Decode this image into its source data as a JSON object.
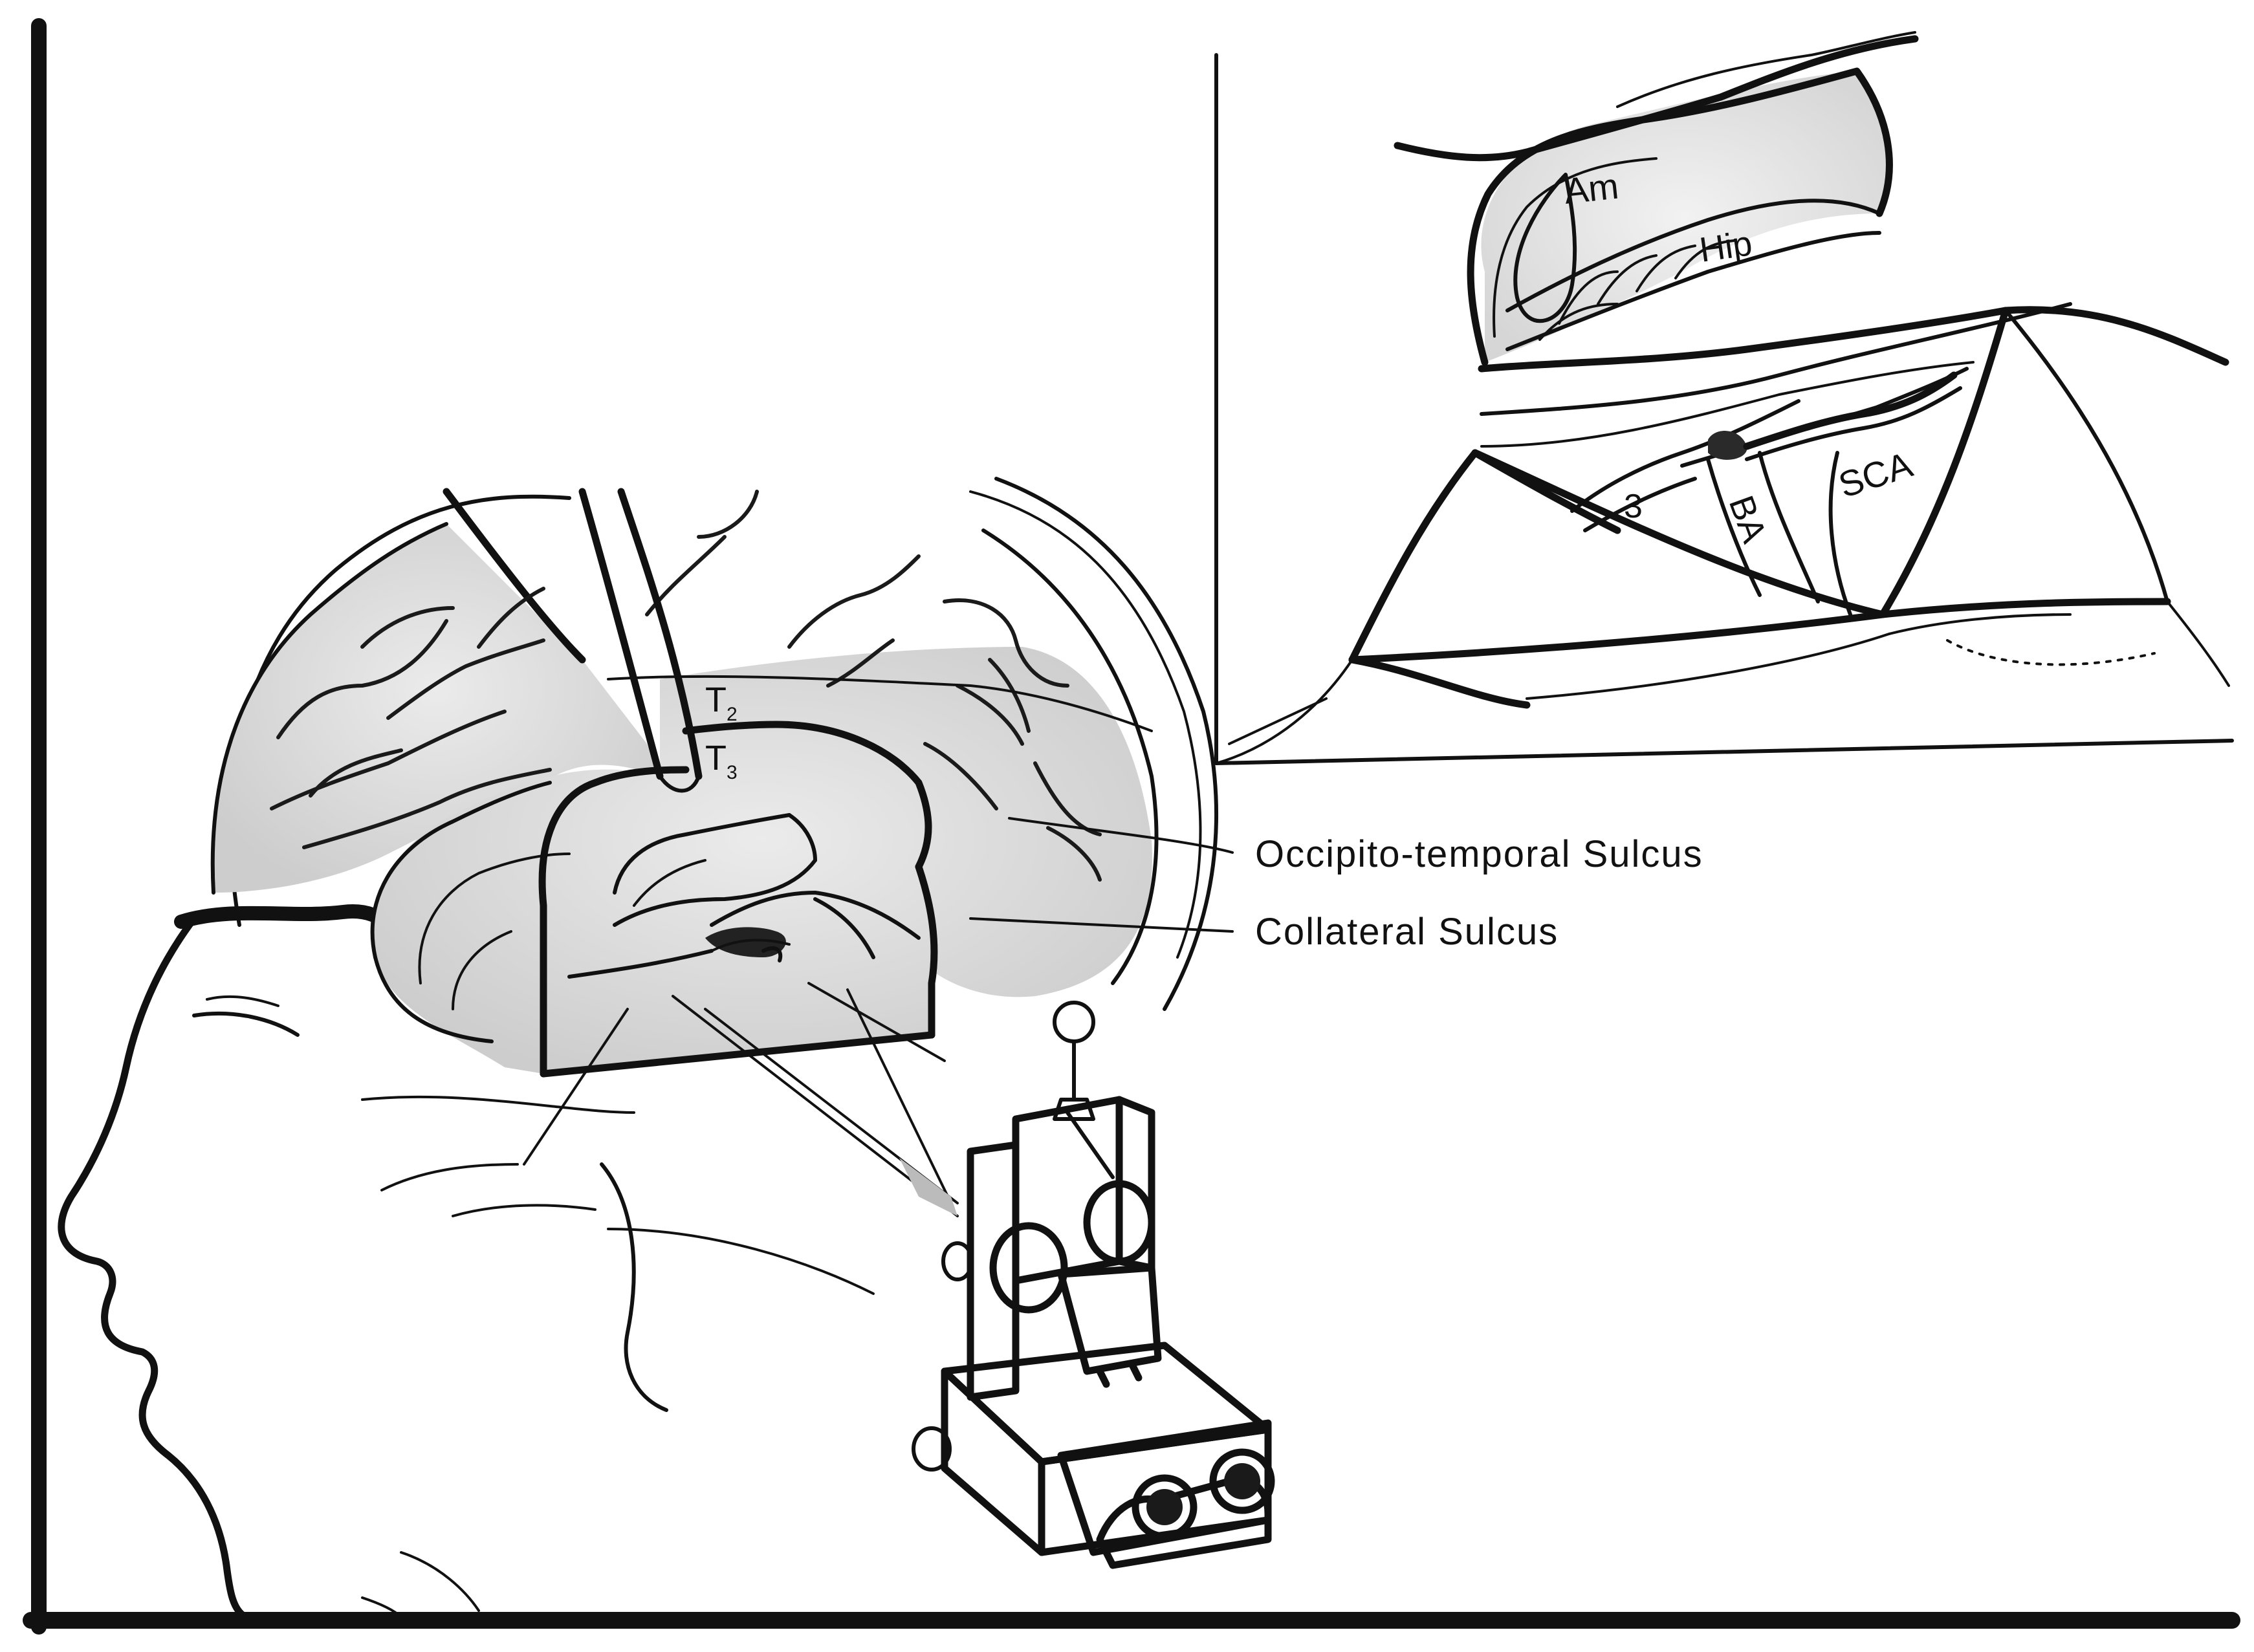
{
  "labels": {
    "amygdala": "Am",
    "hippocampus": "Hip",
    "nerve_3": "3",
    "basilar_artery": "BA",
    "superior_cerebellar_artery": "SCA",
    "gyrus_t2_letter": "T",
    "gyrus_t2_subscript": "2",
    "gyrus_t3_letter": "T",
    "gyrus_t3_subscript": "3",
    "occipito_temporal_sulcus": "Occipito-temporal Sulcus",
    "collateral_sulcus": "Collateral Sulcus"
  },
  "colors": {
    "ink": "#111111",
    "brain_shade": "#d9d9d9",
    "background": "#ffffff"
  }
}
